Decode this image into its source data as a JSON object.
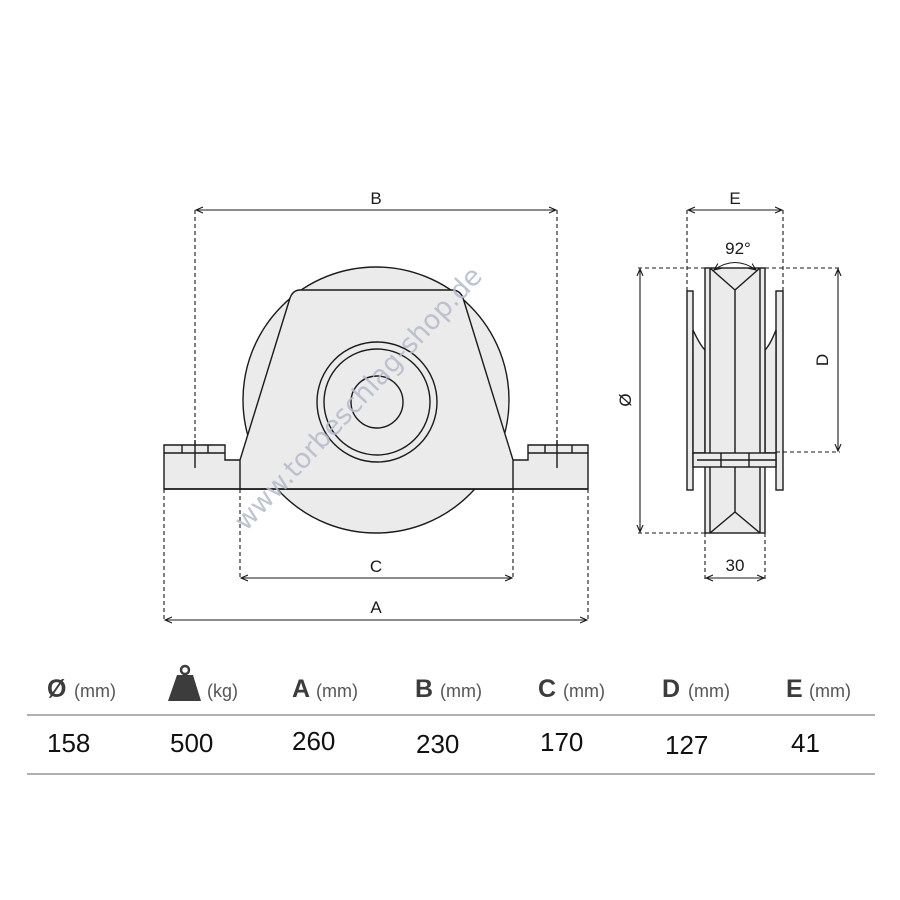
{
  "front_view": {
    "labels": {
      "a": "A",
      "b": "B",
      "c": "C"
    }
  },
  "side_view": {
    "labels": {
      "e": "E",
      "d": "D",
      "diameter": "Ø",
      "angle": "92°",
      "width": "30"
    }
  },
  "watermark": "www.torbeschlag-shop.de",
  "table": {
    "headers": [
      {
        "symbol": "Ø",
        "unit": "(mm)"
      },
      {
        "symbol": "weight-icon",
        "unit": "(kg)"
      },
      {
        "symbol": "A",
        "unit": "(mm)"
      },
      {
        "symbol": "B",
        "unit": "(mm)"
      },
      {
        "symbol": "C",
        "unit": "(mm)"
      },
      {
        "symbol": "D",
        "unit": "(mm)"
      },
      {
        "symbol": "E",
        "unit": "(mm)"
      }
    ],
    "values": [
      "158",
      "500",
      "260",
      "230",
      "170",
      "127",
      "41"
    ]
  },
  "colors": {
    "part_fill": "#ebebeb",
    "watermark": "#b5bacb",
    "rule": "#b0b0b0"
  }
}
